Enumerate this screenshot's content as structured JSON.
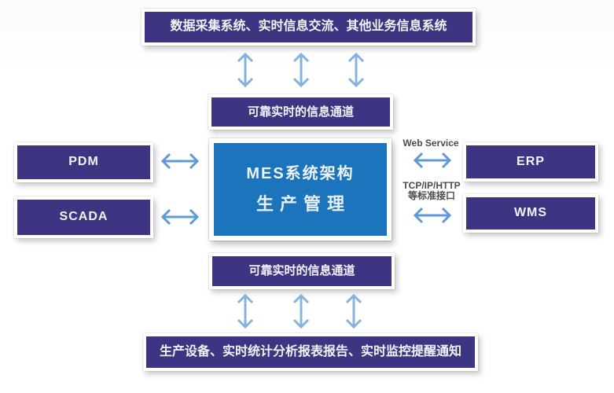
{
  "diagram": {
    "title_node": {
      "title": "MES系统架构",
      "subtitle": "生产管理"
    },
    "top_box": {
      "label": "数据采集系统、实时信息交流、其他业务信息系统"
    },
    "channel_top": {
      "label": "可靠实时的信息通道"
    },
    "channel_bottom": {
      "label": "可靠实时的信息通道"
    },
    "bottom_box": {
      "label": "生产设备、实时统计分析报表报告、实时监控提醒通知"
    },
    "left_boxes": [
      {
        "label": "PDM"
      },
      {
        "label": "SCADA"
      }
    ],
    "right_boxes": [
      {
        "label": "ERP"
      },
      {
        "label": "WMS"
      }
    ],
    "interface_labels": {
      "web_service": "Web Service",
      "tcp_line1": "TCP/IP/HTTP",
      "tcp_line2": "等标准接口"
    },
    "icons": {
      "double_arrow_vertical": "↕",
      "double_arrow_horizontal": "↔"
    },
    "colors": {
      "navy": "#3d3482",
      "blue": "#1b74bc",
      "arrow_v": "#85b3e0",
      "arrow_h": "#5f9ad8",
      "label_text": "#4b4b4b"
    }
  }
}
